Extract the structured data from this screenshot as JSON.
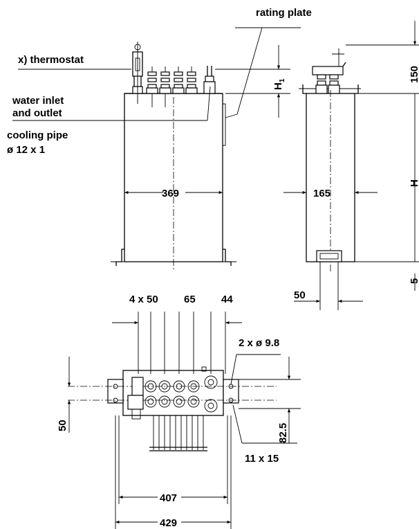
{
  "labels": {
    "rating_plate": "rating plate",
    "thermostat": "x) thermostat",
    "water_line1": "water inlet",
    "water_line2": "and outlet",
    "cooling_line1": "cooling pipe",
    "cooling_line2": "ø 12 x 1"
  },
  "dimensions": {
    "width_front": "369",
    "depth_side": "165",
    "h1": "H",
    "h1_sub": "1",
    "h": "H",
    "top_150": "150",
    "bottom_5": "5",
    "foot_50": "50",
    "spacing_4x50": "4 x 50",
    "spacing_65": "65",
    "spacing_44": "44",
    "holes_2": "2 x ø 9.8",
    "left_50": "50",
    "right_82_5": "82.5",
    "slot_11x15": "11 x 15",
    "base_407": "407",
    "base_429": "429"
  }
}
